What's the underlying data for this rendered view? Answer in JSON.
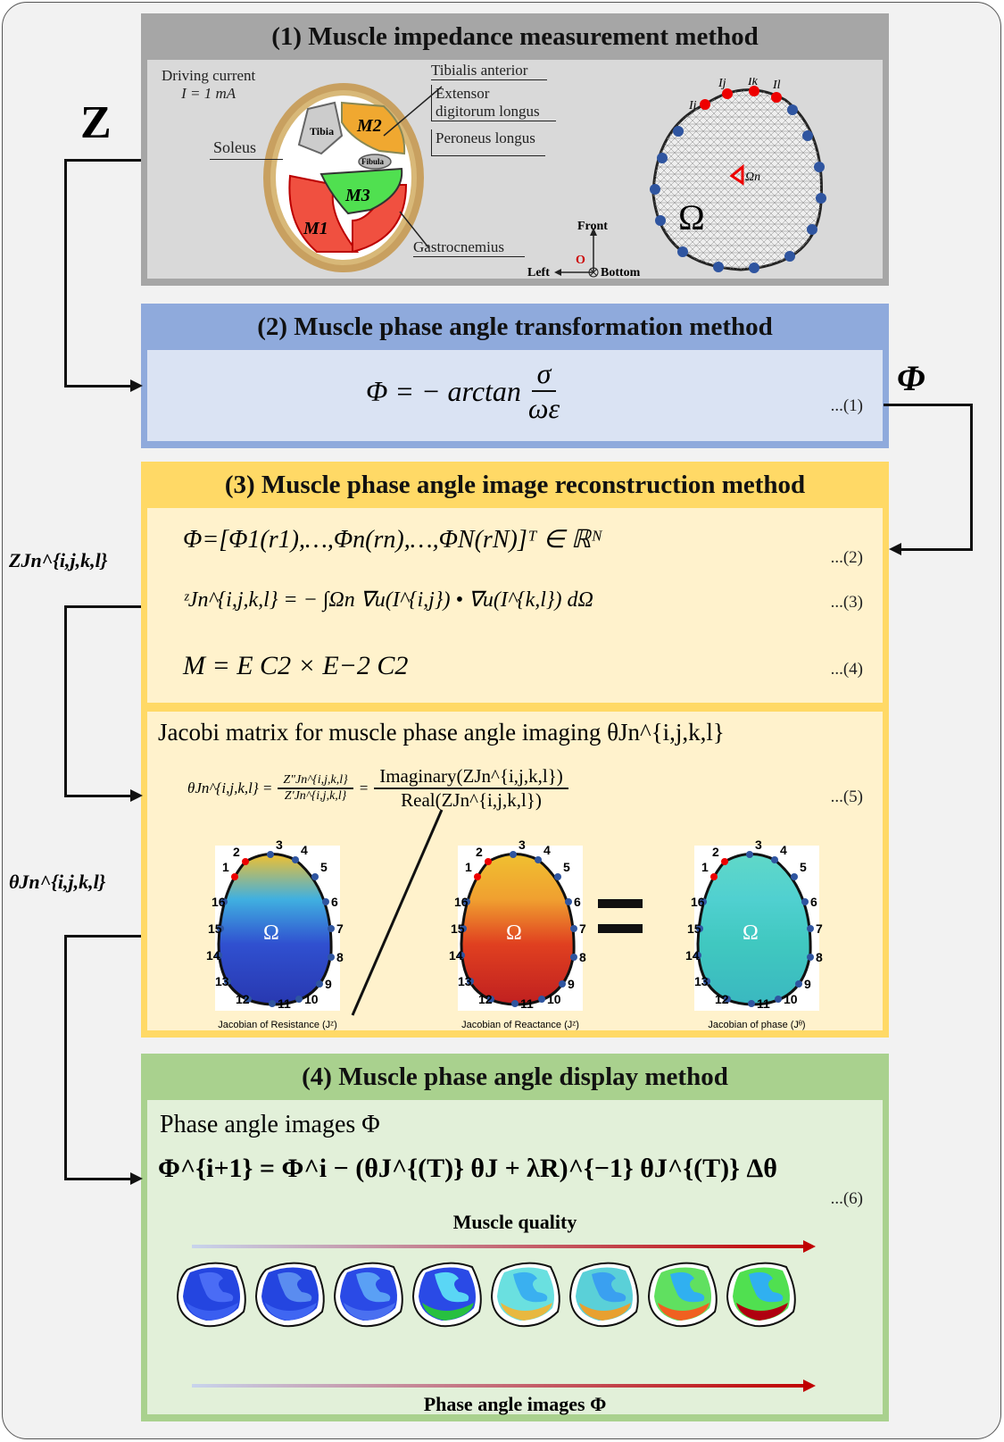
{
  "panel1": {
    "title": "(1) Muscle impedance measurement method",
    "driving_current": "Driving current",
    "current_value": "I = 1 mA",
    "labels": {
      "soleus": "Soleus",
      "tibia": "Tibia",
      "fibula": "Fibula",
      "tibialis": "Tibialis anterior",
      "extensor1": "Extensor",
      "extensor2": "digitorum longus",
      "peroneus": "Peroneus longus",
      "gastrocnemius": "Gastrocnemius",
      "m1": "M1",
      "m2": "M2",
      "m3": "M3"
    },
    "axes": {
      "front": "Front",
      "left": "Left",
      "bottom": "Bottom",
      "origin": "O"
    },
    "mesh": {
      "omega": "Ω",
      "omega_n": "Ωn",
      "currents": [
        "Ii",
        "Ij",
        "Ik",
        "Il"
      ]
    }
  },
  "panel2": {
    "title": "(2) Muscle phase angle transformation method",
    "eq_lhs": "Φ = − arctan",
    "eq_num": "σ",
    "eq_den": "ωε",
    "eq_no": "...(1)"
  },
  "panel3": {
    "title": "(3) Muscle phase angle image reconstruction method",
    "eq2": "Φ=[Φ1(r1),…,Φn(rn),…,ΦN(rN)]ᵀ ∈ ℝᴺ",
    "eq2_no": "...(2)",
    "eq3": "ᶻJn^{i,j,k,l} = − ∫Ωn ∇u(I^{i,j}) • ∇u(I^{k,l}) dΩ",
    "eq3_no": "...(3)",
    "eq4": "M = E C2 × E−2 C2",
    "eq4_no": "...(4)",
    "jacobi_title": "Jacobi matrix for muscle phase angle imaging θJn^{i,j,k,l}",
    "eq5_lhs": "θJn^{i,j,k,l} =",
    "eq5_f1_num": "Z\"Jn^{i,j,k,l}",
    "eq5_f1_den": "Z'Jn^{i,j,k,l}",
    "eq5_f2_num": "Imaginary(ZJn^{i,j,k,l})",
    "eq5_f2_den": "Real(ZJn^{i,j,k,l})",
    "eq5_no": "...(5)",
    "electrodes": [
      "1",
      "2",
      "3",
      "4",
      "5",
      "6",
      "7",
      "8",
      "9",
      "10",
      "11",
      "12",
      "13",
      "14",
      "15",
      "16"
    ],
    "omega": "Ω",
    "captions": [
      "Jacobian of Resistance (Jᶻ)",
      "Jacobian of Reactance (Jᶻ)",
      "Jacobian of phase (Jᶿ)"
    ]
  },
  "panel4": {
    "title": "(4) Muscle phase angle display method",
    "subtitle": "Phase angle images Φ",
    "eq6": "Φ^{i+1} = Φ^i − (θJ^{(T)} θJ + λR)^{−1} θJ^{(T)} Δθ",
    "eq6_no": "...(6)",
    "muscle_quality": "Muscle quality",
    "bottom_label": "Phase angle images Φ"
  },
  "flow": {
    "z": "Z",
    "phi": "Φ",
    "zj": "ZJn^{i,j,k,l}",
    "thetaj": "θJn^{i,j,k,l}"
  },
  "colors": {
    "panel1": "#a6a6a6",
    "panel2": "#8faadc",
    "panel3": "#ffd966",
    "panel4": "#a9d18e",
    "arrow": "#c00000"
  },
  "phase_images": [
    {
      "bg": "#2445e0",
      "a": "#3a5ef0",
      "b": "#4a6cf5"
    },
    {
      "bg": "#2445e0",
      "a": "#3f66f2",
      "b": "#5a8cf0"
    },
    {
      "bg": "#2a4ae6",
      "a": "#4a70f0",
      "b": "#5aa0f5"
    },
    {
      "bg": "#2a4ae6",
      "a": "#27c040",
      "b": "#5ad6f5"
    },
    {
      "bg": "#6ae0e0",
      "a": "#e8b840",
      "b": "#3ab0f0"
    },
    {
      "bg": "#5ad0d8",
      "a": "#e8a030",
      "b": "#3aa0f0"
    },
    {
      "bg": "#60e060",
      "a": "#f06020",
      "b": "#30b0f0"
    },
    {
      "bg": "#50e050",
      "a": "#b00010",
      "b": "#30b0f0"
    }
  ]
}
